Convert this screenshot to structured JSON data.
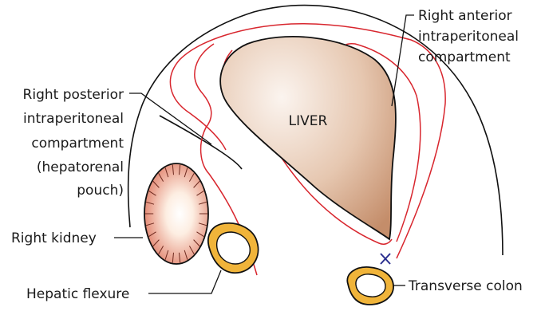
{
  "labels": {
    "right_anterior": [
      "Right anterior",
      "intraperitoneal",
      "compartment"
    ],
    "right_posterior": [
      "Right posterior",
      "intraperitoneal",
      "compartment",
      "(hepatorenal",
      "pouch)"
    ],
    "liver": "LIVER",
    "right_kidney": "Right kidney",
    "hepatic_flexure": "Hepatic flexure",
    "transverse_colon": "Transverse colon"
  },
  "colors": {
    "outline": "#111111",
    "peritoneum": "#d8262e",
    "liver_light": "#fbf4ef",
    "liver_dark": "#c48d6a",
    "kidney_light": "#fffaf4",
    "kidney_dark": "#e2866f",
    "colon_wall": "#f0b43a",
    "marker": "#2b2f8f"
  }
}
